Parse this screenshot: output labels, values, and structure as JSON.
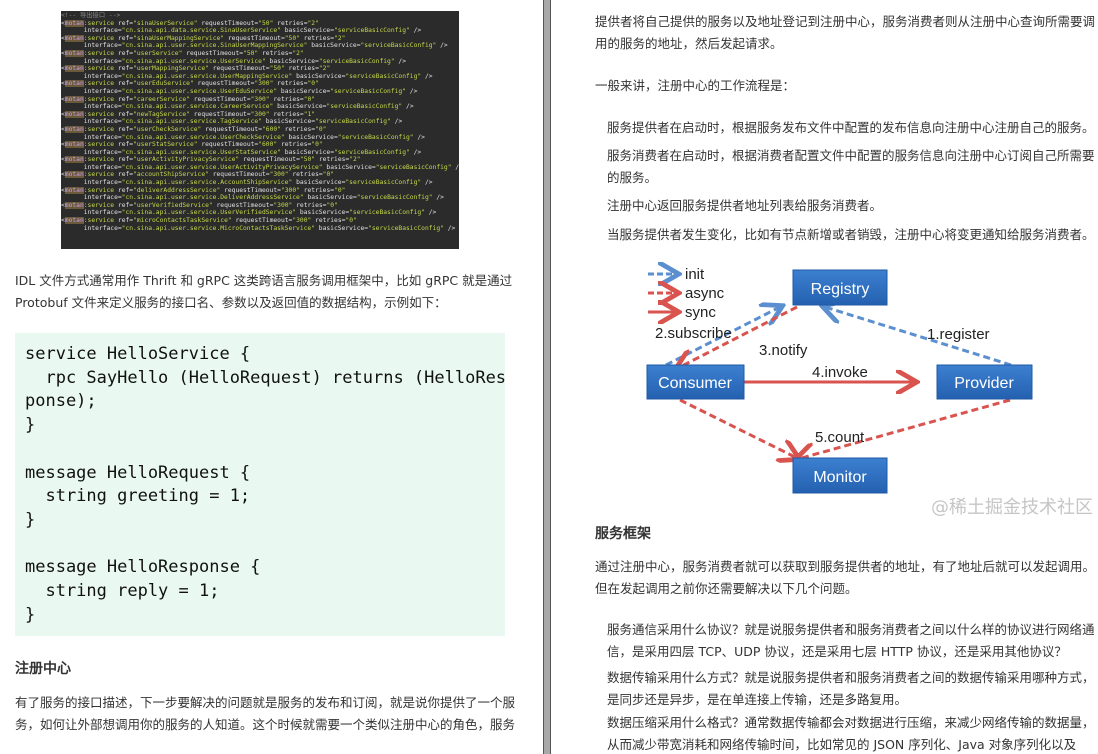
{
  "left_page": {
    "code_image": {
      "comment": "<!-- 导出接口 -->",
      "prefix": "motan",
      "tag": ":service",
      "basic_service": "serviceBasicConfig",
      "entries": [
        {
          "ref": "sinaUserService",
          "timeout": "50",
          "retries": "2",
          "iface": "cn.sina.api.data.service.SinaUserService"
        },
        {
          "ref": "sinaUserMappingService",
          "timeout": "50",
          "retries": "2",
          "iface": "cn.sina.api.user.service.SinaUserMappingService"
        },
        {
          "ref": "userService",
          "timeout": "50",
          "retries": "2",
          "iface": "cn.sina.api.user.service.UserService"
        },
        {
          "ref": "userMappingService",
          "timeout": "50",
          "retries": "2",
          "iface": "cn.sina.api.user.service.UserMappingService"
        },
        {
          "ref": "userEduService",
          "timeout": "300",
          "retries": "0",
          "iface": "cn.sina.api.user.service.UserEduService"
        },
        {
          "ref": "careerService",
          "timeout": "300",
          "retries": "0",
          "iface": "cn.sina.api.user.service.CareerService"
        },
        {
          "ref": "newTagService",
          "timeout": "300",
          "retries": "1",
          "iface": "cn.sina.api.user.service.TagService"
        },
        {
          "ref": "userCheckService",
          "timeout": "600",
          "retries": "0",
          "iface": "cn.sina.api.user.service.UserCheckService"
        },
        {
          "ref": "userStatService",
          "timeout": "600",
          "retries": "0",
          "iface": "cn.sina.api.user.service.UserStatService"
        },
        {
          "ref": "userActivityPrivacyService",
          "timeout": "50",
          "retries": "2",
          "iface": "cn.sina.api.user.service.UserActivityPrivacyService"
        },
        {
          "ref": "accountShipService",
          "timeout": "300",
          "retries": "0",
          "iface": "cn.sina.api.user.service.AccountShipService"
        },
        {
          "ref": "deliverAddressService",
          "timeout": "300",
          "retries": "0",
          "iface": "cn.sina.api.user.service.DeliverAddressService"
        },
        {
          "ref": "userVerifiedService",
          "timeout": "300",
          "retries": "0",
          "iface": "cn.sina.api.user.service.UserVerifiedService"
        },
        {
          "ref": "microContactsTaskService",
          "timeout": "300",
          "retries": "0",
          "iface": "cn.sina.api.user.service.MicroContactsTaskService"
        }
      ]
    },
    "idl_paragraph": [
      "IDL 文件方式通常用作 Thrift 和 gRPC 这类跨语言服务调用框架中，比如 gRPC 就是通过",
      "Protobuf 文件来定义服务的接口名、参数以及返回值的数据结构，示例如下："
    ],
    "proto_code": "service HelloService {\n  rpc SayHello (HelloRequest) returns (HelloRes\nponse);\n}\n\nmessage HelloRequest {\n  string greeting = 1;\n}\n\nmessage HelloResponse {\n  string reply = 1;\n}",
    "registry_heading": "注册中心",
    "registry_paragraph": [
      "有了服务的接口描述，下一步要解决的问题就是服务的发布和订阅，就是说你提供了一个服",
      "务，如何让外部想调用你的服务的人知道。这个时候就需要一个类似注册中心的角色，服务"
    ]
  },
  "right_page": {
    "intro_paragraph": [
      "提供者将自己提供的服务以及地址登记到注册中心，服务消费者则从注册中心查询所需要调",
      "用的服务的地址，然后发起请求。"
    ],
    "workflow_intro": "一般来讲，注册中心的工作流程是：",
    "workflow_items": [
      [
        "服务提供者在启动时，根据服务发布文件中配置的发布信息向注册中心注册自己的服务。"
      ],
      [
        "服务消费者在启动时，根据消费者配置文件中配置的服务信息向注册中心订阅自己所需要",
        "的服务。"
      ],
      [
        "注册中心返回服务提供者地址列表给服务消费者。"
      ],
      [
        "当服务提供者发生变化，比如有节点新增或者销毁，注册中心将变更通知给服务消费者。"
      ]
    ],
    "diagram": {
      "legend": [
        "init",
        "async",
        "sync"
      ],
      "nodes": {
        "registry": "Registry",
        "consumer": "Consumer",
        "provider": "Provider",
        "monitor": "Monitor"
      },
      "edges": {
        "register": "1.register",
        "subscribe": "2.subscribe",
        "notify": "3.notify",
        "invoke": "4.invoke",
        "count": "5.count"
      },
      "colors": {
        "box": "#2e6fc0",
        "init": "#5b8fd0",
        "async": "#d9534f",
        "sync": "#d9534f"
      }
    },
    "framework_heading": "服务框架",
    "framework_paragraph": [
      "通过注册中心，服务消费者就可以获取到服务提供者的地址，有了地址后就可以发起调用。",
      "但在发起调用之前你还需要解决以下几个问题。"
    ],
    "framework_items": [
      [
        "服务通信采用什么协议？就是说服务提供者和服务消费者之间以什么样的协议进行网络通",
        "信，是采用四层 TCP、UDP 协议，还是采用七层 HTTP 协议，还是采用其他协议？"
      ],
      [
        "数据传输采用什么方式？就是说服务提供者和服务消费者之间的数据传输采用哪种方式，",
        "是同步还是异步，是在单连接上传输，还是多路复用。"
      ],
      [
        "数据压缩采用什么格式？通常数据传输都会对数据进行压缩，来减少网络传输的数据量，",
        "从而减少带宽消耗和网络传输时间，比如常见的 JSON 序列化、Java 对象序列化以及"
      ]
    ],
    "watermark": "@稀土掘金技术社区"
  }
}
